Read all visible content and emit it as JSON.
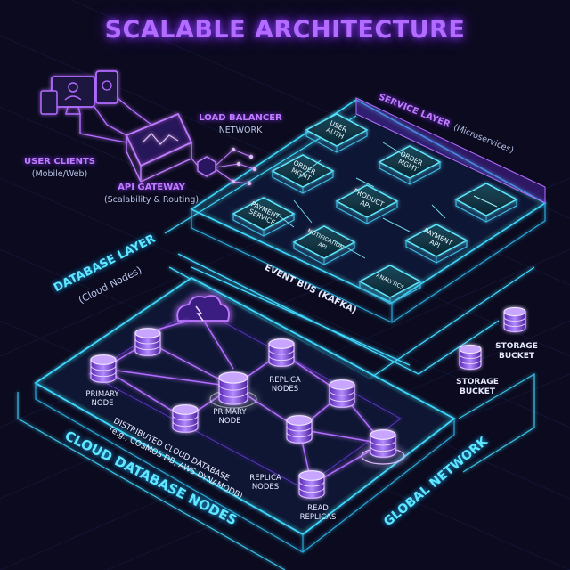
{
  "title": "SCALABLE ARCHITECTURE",
  "user_clients": {
    "label": "USER CLIENTS",
    "sub": "(Mobile/Web)"
  },
  "api_gateway": {
    "label": "API GATEWAY",
    "sub": "(Scalability & Routing)"
  },
  "load_balancer": {
    "label": "LOAD BALANCER",
    "sub": "NETWORK"
  },
  "service_layer": {
    "label": "SERVICE LAYER",
    "sub": "(Microservices)"
  },
  "services": [
    {
      "name": "USER\nAUTH"
    },
    {
      "name": "ORDER\nMGMT"
    },
    {
      "name": "ORDER\nMGMT"
    },
    {
      "name": "PRODUCT\nAPI"
    },
    {
      "name": "PAYMENT\nSERVICE"
    },
    {
      "name": "NOTIFICATION\nAPI"
    },
    {
      "name": "PAYMENT\nAPI"
    },
    {
      "name": "ANALYTICS"
    },
    {
      "name": ""
    }
  ],
  "event_bus": "EVENT BUS (KAFKA)",
  "database_layer": {
    "label": "DATABASE LAYER",
    "sub": "(Cloud Nodes)"
  },
  "storage": [
    {
      "line1": "STORAGE",
      "line2": "BUCKET"
    },
    {
      "line1": "STORAGE",
      "line2": "BUCKET"
    }
  ],
  "db_labels": {
    "primary_left": [
      "PRIMARY",
      "NODE"
    ],
    "primary_center": [
      "PRIMARY",
      "NODE"
    ],
    "replica_upper": [
      "REPLICA",
      "NODES"
    ],
    "replica_lower": [
      "REPLICA",
      "NODES"
    ],
    "read_replicas": [
      "READ",
      "REPLICAS"
    ]
  },
  "distributed_db": [
    "DISTRIBUTED CLOUD DATABASE",
    "(e.g., COSMOS DB, AWS DYNAMODB)"
  ],
  "cloud_database_nodes": "CLOUD DATABASE NODES",
  "global_network": "GLOBAL NETWORK",
  "colors": {
    "background": "#0b0a1e",
    "cyan": "#5fe8ff",
    "violet": "#b36cff",
    "service_tile": "#10323f"
  }
}
